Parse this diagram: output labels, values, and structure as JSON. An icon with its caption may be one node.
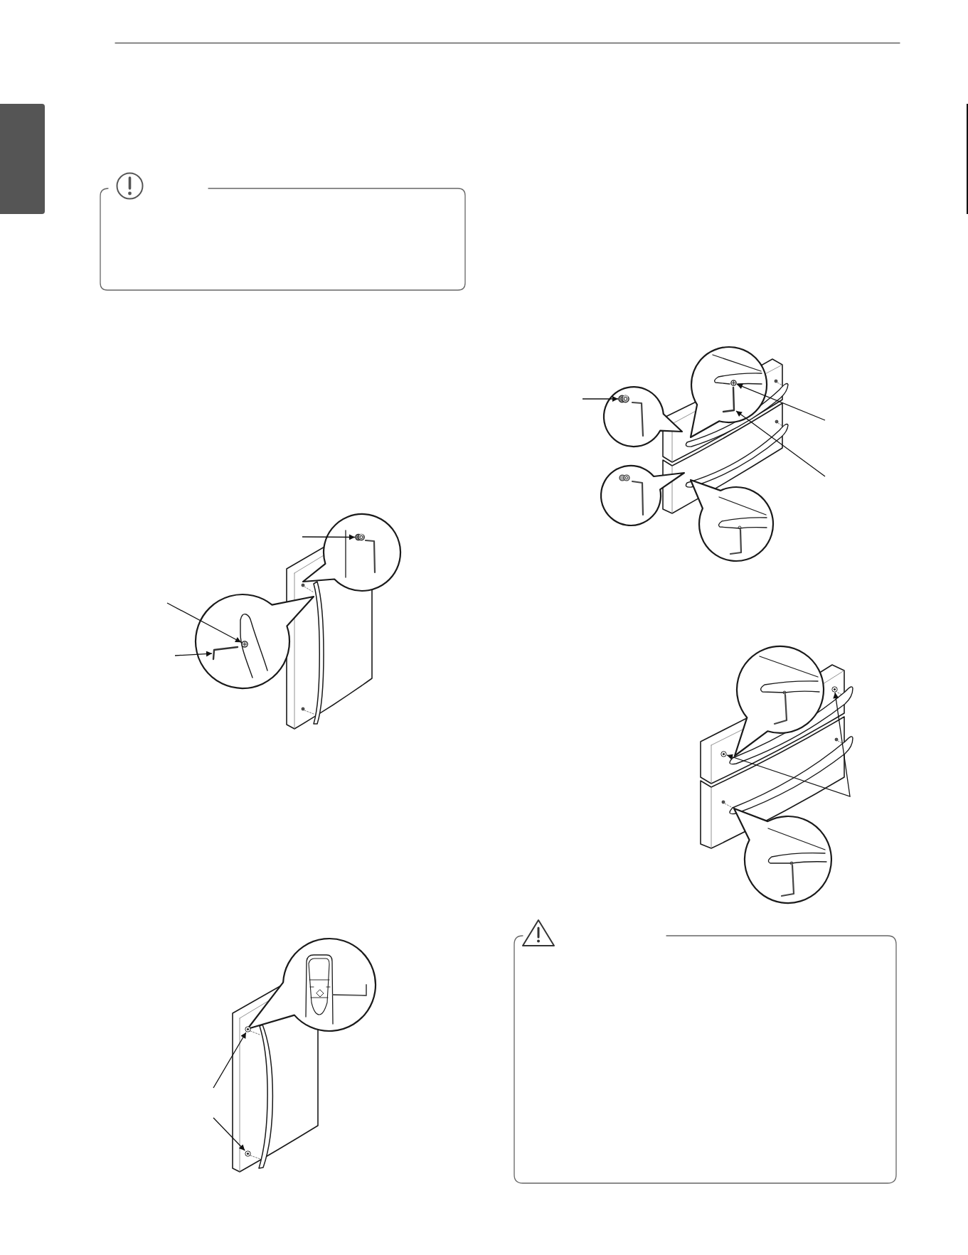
{
  "diagram": {
    "nodes": [
      {
        "text": [],
        "shape": "box"
      },
      {
        "text": [],
        "shape": "picture"
      },
      {
        "text": [],
        "shape": "picture"
      },
      {
        "text": [],
        "shape": "picture"
      },
      {
        "text": [],
        "shape": "picture"
      },
      {
        "text": [],
        "shape": "picture"
      },
      {
        "text": [],
        "shape": "picture"
      },
      {
        "text": [],
        "shape": "picture"
      },
      {
        "text": [],
        "shape": "picture"
      },
      {
        "text": [],
        "shape": "picture"
      },
      {
        "text": [],
        "shape": "picture"
      }
    ],
    "edges": [
      {
        "from": null,
        "to": 1,
        "arrow": "to"
      },
      {
        "from": null,
        "to": 2,
        "arrow": "to"
      },
      {
        "from": null,
        "to": 3,
        "arrow": "to"
      },
      {
        "from": null,
        "to": 4,
        "arrow": "to"
      },
      {
        "from": null,
        "to": 5,
        "arrow": "to"
      },
      {
        "from": null,
        "to": 6,
        "arrow": "to"
      },
      {
        "from": null,
        "to": 7,
        "arrow": "to"
      },
      {
        "from": null,
        "to": 8,
        "arrow": "to"
      },
      {
        "from": 9,
        "to": 10,
        "arrow": "both"
      }
    ]
  }
}
